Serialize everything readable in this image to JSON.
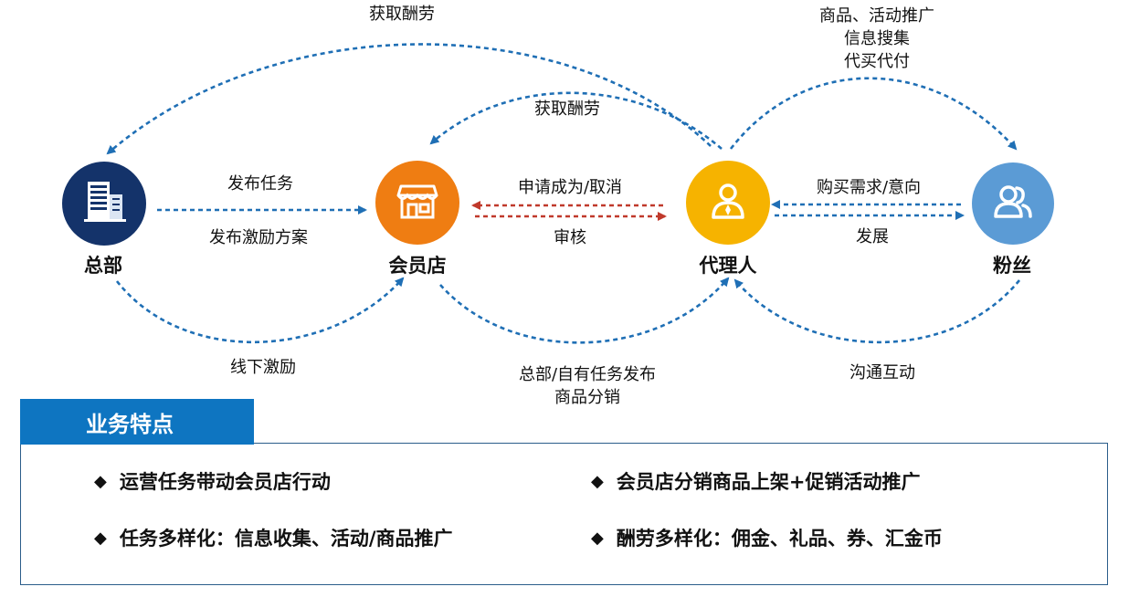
{
  "nodes": {
    "hq": {
      "label": "总部",
      "icon": "office-building-icon",
      "color": "#14336a"
    },
    "store": {
      "label": "会员店",
      "icon": "storefront-icon",
      "color": "#ef7d12"
    },
    "agent": {
      "label": "代理人",
      "icon": "person-icon",
      "color": "#f6b300"
    },
    "fans": {
      "label": "粉丝",
      "icon": "user-group-icon",
      "color": "#5b9bd5"
    }
  },
  "edges": {
    "hq_to_store_top": "发布任务",
    "hq_to_store_bottom": "发布激励方案",
    "hq_store_offline": "线下激励",
    "agent_store_request": "申请成为/取消",
    "store_agent_review": "审核",
    "store_agent_publish": [
      "总部/自有任务发布",
      "商品分销"
    ],
    "agent_to_hq_reward": "获取酬劳",
    "agent_to_store_reward": "获取酬劳",
    "agent_to_fans_tasks": [
      "商品、活动推广",
      "信息搜集",
      "代买代付"
    ],
    "fans_agent_demand": "购买需求/意向",
    "agent_fans_develop": "发展",
    "fans_agent_interact": "沟通互动"
  },
  "features": {
    "title": "业务特点",
    "bullet": "◆",
    "items": [
      "运营任务带动会员店行动",
      "会员店分销商品上架+促销活动推广",
      "任务多样化：信息收集、活动/商品推广",
      "酬劳多样化：佣金、礼品、券、汇金币"
    ]
  },
  "colors": {
    "blue_arrow": "#1f6fb5",
    "red_arrow": "#c0392b",
    "accent": "#0e75c1"
  }
}
